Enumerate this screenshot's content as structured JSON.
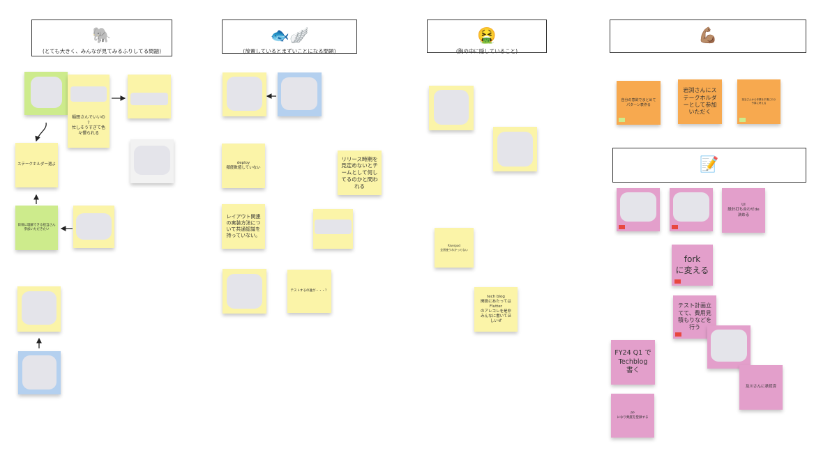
{
  "headers": {
    "elephant": {
      "icon": "elephant-emoji",
      "emoji": "🐘",
      "caption": "(とても大きく、みんなが見てみるふりしてる問題)"
    },
    "fish": {
      "icon": "fish-wing-emoji",
      "emoji": "🐟🪽",
      "caption": "(放置しているとまずいことになる問題)"
    },
    "nauseated": {
      "icon": "nauseated-face-emoji",
      "emoji": "🤮",
      "caption": "(胸の中に隠していること)"
    },
    "muscle": {
      "icon": "flexed-biceps-emoji",
      "emoji": "💪🏽"
    },
    "memo": {
      "icon": "memo-emoji",
      "emoji": "📝"
    }
  },
  "notes": {
    "elephant_question": "稲田さんでいいの\n?\n忙しそうすぎて色\n々憚られる",
    "stakeholder_choice": "ステークホルダー選よ",
    "stakeholder_join": "日頃に理解できる担当さん\n参加いただきたい",
    "deploy": "deploy\n頻度数値していない",
    "release": "リリース時期を\n見定めないとチ\nームとして何し\nてるのかと問わ\nれる",
    "layout": "レイアウト関連\nの実装方法につ\nいて共通認識を\n持っていない。",
    "test_docs": "テストするの誰が・・・？",
    "riverpod": "Riverpod\n全然使うわかってない",
    "tech_blog": "tech blog\n開設にあたっては\nFlutter\nのアレコレを是非\nみんなに書いてほ\nしいぜ",
    "orange_1": "自分の意欲でまとめて\nパターン表作る",
    "orange_2": "岩渕さんにス\nテークホルダ\nーとして参加\nいただく",
    "orange_3": "担当さんから作業を平場に行う\n予算に考える",
    "pink_ui": "UI\n設計打ち合わせde\n決める",
    "pink_fork": "fork\nに変える",
    "pink_test_plan": "テスト計画立\nてて、費用見\n積もりなどを\n行う",
    "pink_fy24": "FY24 Q1 で\nTechblog\n書く",
    "pink_oikawa": "及川さんに承認済",
    "pink_small": "PP\nになり頻度を登録する"
  },
  "colors": {
    "yellow": "#fbf4a8",
    "green": "#cdeb8c",
    "blue": "#b4d0ef",
    "orange": "#f7a94f",
    "pink": "#e39fcb",
    "red_tag": "#e8473f"
  }
}
